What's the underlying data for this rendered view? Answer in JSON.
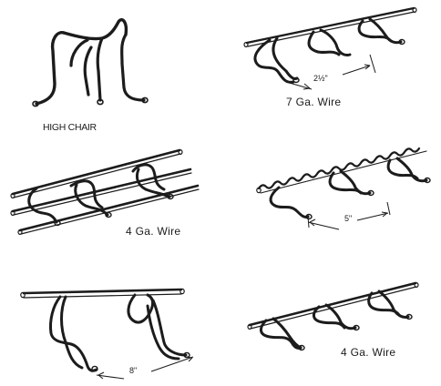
{
  "labels": {
    "high_chair": "HIGH CHAIR",
    "ga7_caption": "7 Ga. Wire",
    "ga7_spacing": "2½\"",
    "ga4_caption_left": "4 Ga. Wire",
    "wavy_spacing": "5\"",
    "chair_spacing": "8\"",
    "ga4_caption_right": "4 Ga. Wire"
  },
  "colors": {
    "ink": "#1c1c1c",
    "background": "#ffffff"
  }
}
